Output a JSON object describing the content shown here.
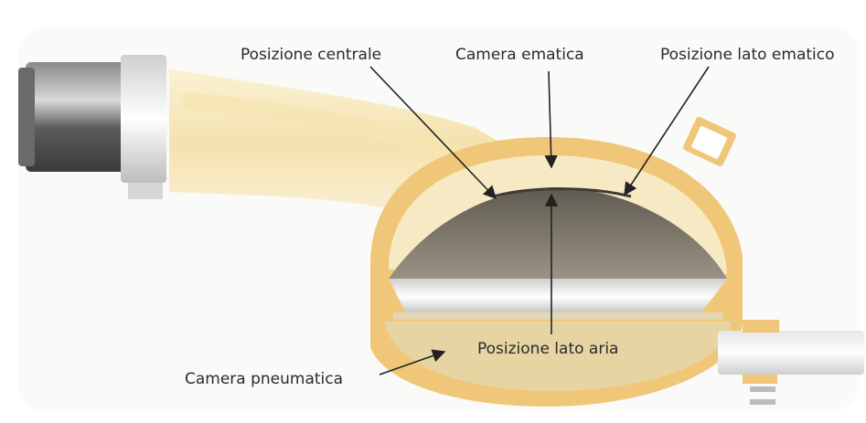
{
  "labels": {
    "central_position": "Posizione centrale",
    "blood_chamber": "Camera ematica",
    "blood_side_position": "Posizione lato ematico",
    "air_side_position": "Posizione lato aria",
    "pneumatic_chamber": "Camera pneumatica"
  },
  "colors": {
    "housing": "#f0c778",
    "blood_chamber_fill": "#f8e9c5",
    "diaphragm_fill": "#7d7668",
    "ring_fill": "#f2f2f2",
    "pneumatic_chamber_fill": "#e7d4a3",
    "connector_dark": "#555555",
    "arrow": "#222222"
  }
}
